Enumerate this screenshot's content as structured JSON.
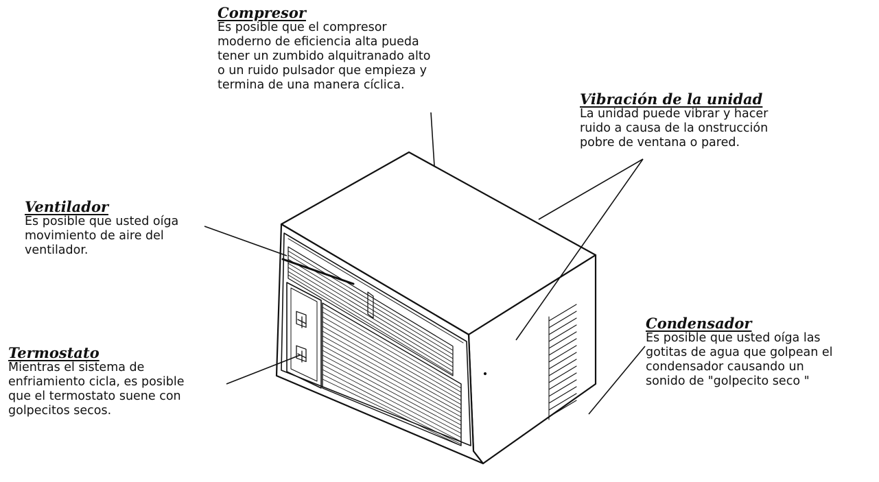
{
  "callouts": {
    "compresor": {
      "title": "Compresor",
      "lines": [
        "Es posible que el compresor",
        "moderno de eficiencia alta pueda",
        "tener un zumbido alquitranado alto",
        "o un ruido pulsador que empieza y",
        "termina de una manera cíclica."
      ]
    },
    "vibracion": {
      "title": "Vibración de la unidad",
      "lines": [
        "La unidad puede vibrar y hacer",
        "ruido a causa de la onstrucción",
        "pobre de ventana o pared."
      ]
    },
    "ventilador": {
      "title": "Ventilador",
      "lines": [
        "Es posible que usted oíga",
        "movimiento de aire del",
        "ventilador."
      ]
    },
    "termostato": {
      "title": "Termostato",
      "lines": [
        "Mientras el sistema de",
        "enfriamiento cicla, es posible",
        "que el termostato suene con",
        "golpecitos secos."
      ]
    },
    "condensador": {
      "title": "Condensador",
      "lines": [
        "Es posible que usted oíga las",
        "gotitas de agua que golpean el",
        "condensador causando un",
        "sonido de \"golpecito seco \""
      ]
    }
  },
  "colors": {
    "ink": "#111111",
    "paper": "#ffffff"
  }
}
